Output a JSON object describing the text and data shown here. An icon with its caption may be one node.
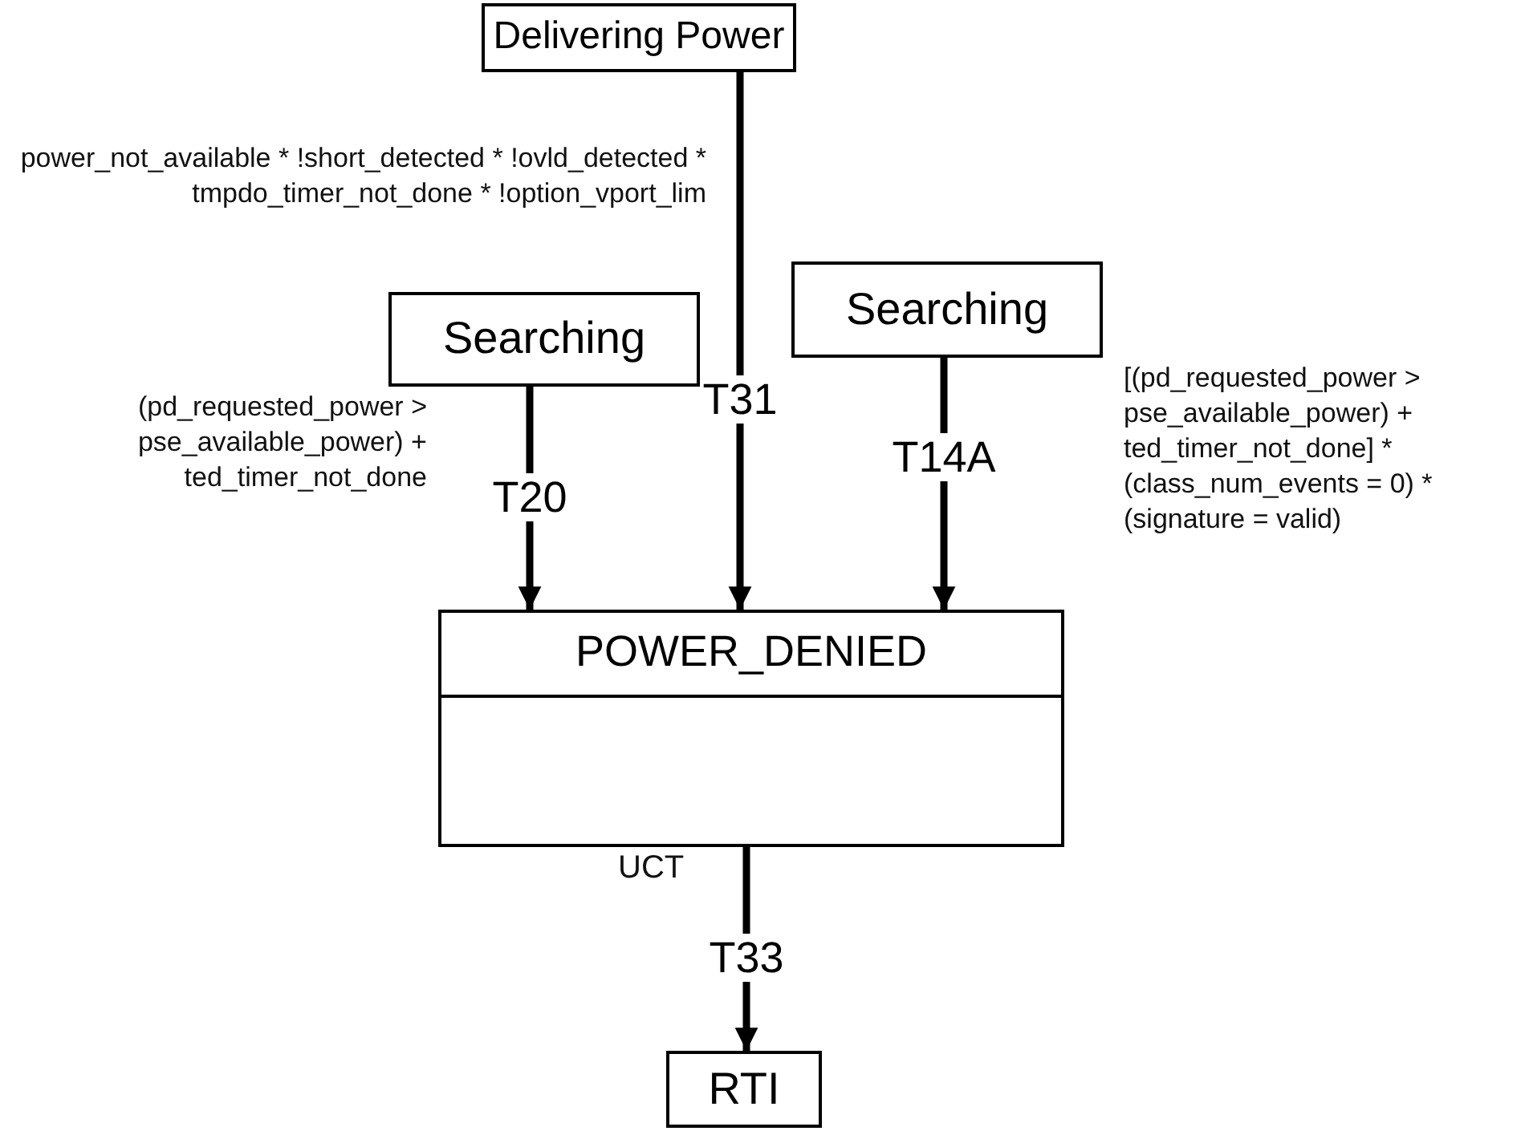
{
  "diagram": {
    "nodes": [
      {
        "text": [
          "Delivering Power"
        ]
      },
      {
        "text": [
          "Searching"
        ]
      },
      {
        "text": [
          "Searching"
        ]
      },
      {
        "text": [
          "POWER_DENIED"
        ]
      },
      {
        "text": [
          "RTI"
        ]
      }
    ],
    "edges": [
      {
        "from": 1,
        "to": 3,
        "arrow": "to",
        "label": "T20"
      },
      {
        "from": 0,
        "to": 3,
        "arrow": "to",
        "label": "T31"
      },
      {
        "from": 2,
        "to": 3,
        "arrow": "to",
        "label": "T14A"
      },
      {
        "from": 3,
        "to": 4,
        "arrow": "to",
        "label": "T33"
      }
    ],
    "labels": [
      "power_not_available * !short_detected * !ovld_detected * tmpdo_timer_not_done * !option_vport_lim",
      "(pd_requested_power > pse_available_power) + ted_timer_not_done",
      "[(pd_requested_power > pse_available_power) + ted_timer_not_done] * (class_num_events = 0) * (signature = valid)",
      "UCT"
    ]
  }
}
